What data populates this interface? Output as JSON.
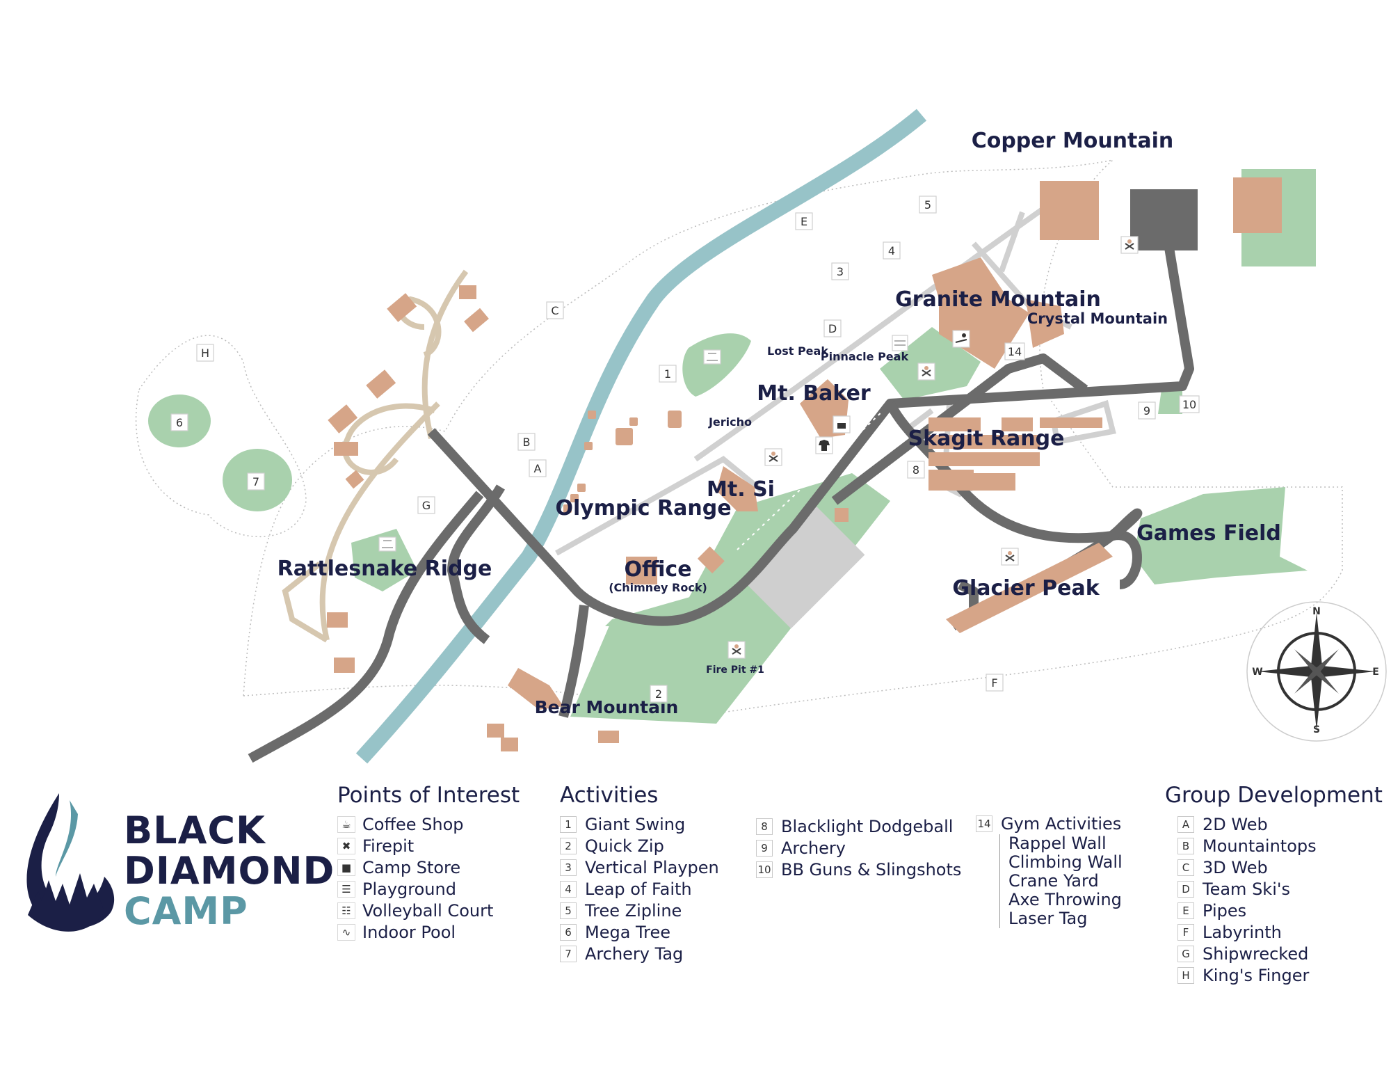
{
  "brand": {
    "line1": "BLACK",
    "line2": "DIAMOND",
    "line3": "CAMP"
  },
  "colors": {
    "road": "#6b6b6b",
    "path": "#d0d0d0",
    "trail": "#d6c7af",
    "river": "#97c3c8",
    "field": "#a9d1ad",
    "building": "#d6a588",
    "navy": "#1b1f46",
    "teal": "#5b98a5"
  },
  "areas": {
    "copper": "Copper Mountain",
    "granite": "Granite Mountain",
    "crystal": "Crystal Mountain",
    "baker": "Mt. Baker",
    "skagit": "Skagit Range",
    "games": "Games Field",
    "glacier": "Glacier Peak",
    "si": "Mt. Si",
    "olympic": "Olympic Range",
    "office": "Office",
    "office_sub": "(Chimney Rock)",
    "rattlesnake": "Rattlesnake Ridge",
    "bear": "Bear Mountain",
    "lost_peak": "Lost Peak",
    "pinnacle_peak": "Pinnacle Peak",
    "jericho": "Jericho",
    "fire_pit": "Fire Pit #1"
  },
  "compass": {
    "n": "N",
    "s": "S",
    "e": "E",
    "w": "W"
  },
  "markers": {
    "m1": "1",
    "m2": "2",
    "m3": "3",
    "m4": "4",
    "m5": "5",
    "m6": "6",
    "m7": "7",
    "m8": "8",
    "m9": "9",
    "m10": "10",
    "m14": "14",
    "ga": "A",
    "gb": "B",
    "gc": "C",
    "gd": "D",
    "ge": "E",
    "gf": "F",
    "gg": "G",
    "gh": "H"
  },
  "legend": {
    "poi": {
      "title": "Points of Interest",
      "items": [
        {
          "icon": "coffee-icon",
          "label": "Coffee Shop"
        },
        {
          "icon": "firepit-icon",
          "label": "Firepit"
        },
        {
          "icon": "shirt-icon",
          "label": "Camp Store"
        },
        {
          "icon": "playground-icon",
          "label": "Playground"
        },
        {
          "icon": "volleyball-icon",
          "label": "Volleyball Court"
        },
        {
          "icon": "swimmer-icon",
          "label": "Indoor Pool"
        }
      ]
    },
    "activities": {
      "title": "Activities",
      "col1": [
        {
          "num": "1",
          "label": "Giant Swing"
        },
        {
          "num": "2",
          "label": "Quick Zip"
        },
        {
          "num": "3",
          "label": "Vertical Playpen"
        },
        {
          "num": "4",
          "label": "Leap of Faith"
        },
        {
          "num": "5",
          "label": "Tree Zipline"
        },
        {
          "num": "6",
          "label": "Mega Tree"
        },
        {
          "num": "7",
          "label": "Archery Tag"
        }
      ],
      "col2": [
        {
          "num": "8",
          "label": "Blacklight Dodgeball"
        },
        {
          "num": "9",
          "label": "Archery"
        },
        {
          "num": "10",
          "label": "BB Guns & Slingshots"
        }
      ],
      "col3": {
        "num": "14",
        "label": "Gym Activities",
        "sub": [
          "Rappel Wall",
          "Climbing Wall",
          "Crane Yard",
          "Axe Throwing",
          "Laser Tag"
        ]
      }
    },
    "group": {
      "title": "Group Development",
      "items": [
        {
          "letter": "A",
          "label": "2D Web"
        },
        {
          "letter": "B",
          "label": "Mountaintops"
        },
        {
          "letter": "C",
          "label": "3D Web"
        },
        {
          "letter": "D",
          "label": "Team Ski's"
        },
        {
          "letter": "E",
          "label": "Pipes"
        },
        {
          "letter": "F",
          "label": "Labyrinth"
        },
        {
          "letter": "G",
          "label": "Shipwrecked"
        },
        {
          "letter": "H",
          "label": "King's Finger"
        }
      ]
    }
  }
}
